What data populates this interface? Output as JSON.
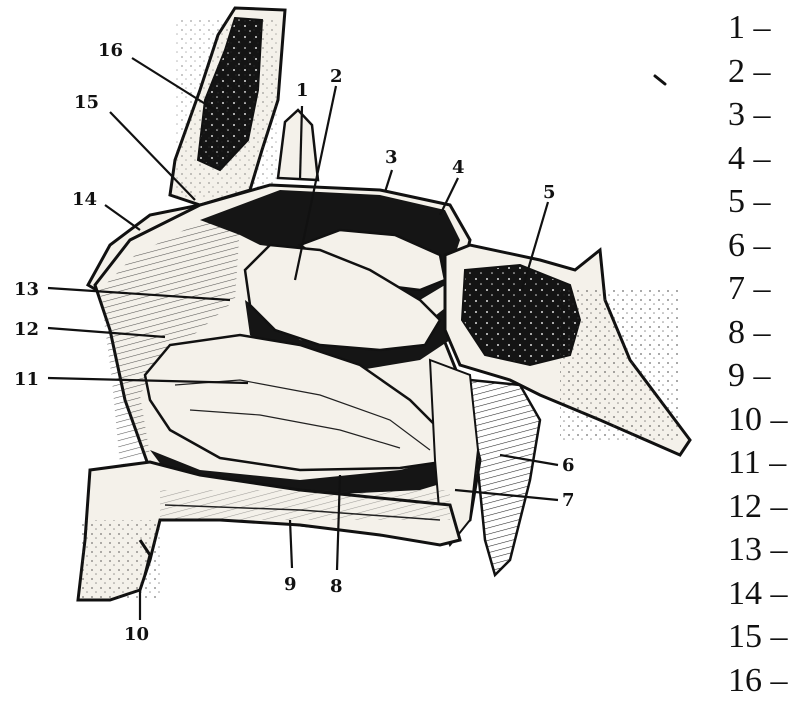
{
  "callouts": [
    "1",
    "2",
    "3",
    "4",
    "5",
    "6",
    "7",
    "8",
    "9",
    "10",
    "11",
    "12",
    "13",
    "14",
    "15",
    "16"
  ],
  "key": {
    "items": [
      {
        "num": "1",
        "dash": "–"
      },
      {
        "num": "2",
        "dash": "–"
      },
      {
        "num": "3",
        "dash": "–"
      },
      {
        "num": "4",
        "dash": "–"
      },
      {
        "num": "5",
        "dash": "–"
      },
      {
        "num": "6",
        "dash": "–"
      },
      {
        "num": "7",
        "dash": "–"
      },
      {
        "num": "8",
        "dash": "–"
      },
      {
        "num": "9",
        "dash": "–"
      },
      {
        "num": "10",
        "dash": "–"
      },
      {
        "num": "11",
        "dash": "–"
      },
      {
        "num": "12",
        "dash": "–"
      },
      {
        "num": "13",
        "dash": "–"
      },
      {
        "num": "14",
        "dash": "–"
      },
      {
        "num": "15",
        "dash": "–"
      },
      {
        "num": "16",
        "dash": "–"
      }
    ]
  },
  "colors": {
    "ink": "#111111",
    "bone": "#f4f1ea",
    "cavity": "#151515",
    "paper": "#ffffff"
  }
}
